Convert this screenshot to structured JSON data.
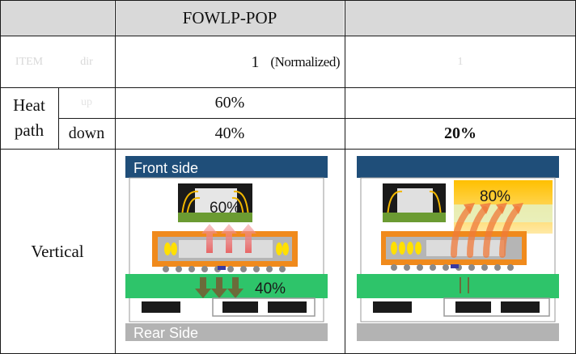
{
  "table": {
    "header": {
      "col1": "FOWLP-POP",
      "col2": ""
    },
    "row_normalized": {
      "label_a": "ITEM",
      "label_b": "dir",
      "value_col1": "1",
      "value_col1_note": "(Normalized)",
      "value_col2": "1"
    },
    "heat_path": {
      "label_line1": "Heat",
      "label_line2": "path",
      "up_label": "up",
      "down_label": "down",
      "up_col1": "60%",
      "up_col2": "",
      "down_col1": "40%",
      "down_col2": "20%"
    },
    "vertical_label": "Vertical"
  },
  "diagram_left": {
    "front_label": "Front side",
    "rear_label": "Rear Side",
    "up_pct": "60%",
    "down_pct": "40%"
  },
  "diagram_right": {
    "up_pct": "80%"
  },
  "colors": {
    "header_bg": "#d9d9d9",
    "front_bar": "#1f4e79",
    "rear_bar": "#b3b3b3",
    "green": "#2ec46a",
    "orange": "#f08a1c",
    "hot": "#ffc000",
    "die_dark": "#1a1a1a"
  }
}
